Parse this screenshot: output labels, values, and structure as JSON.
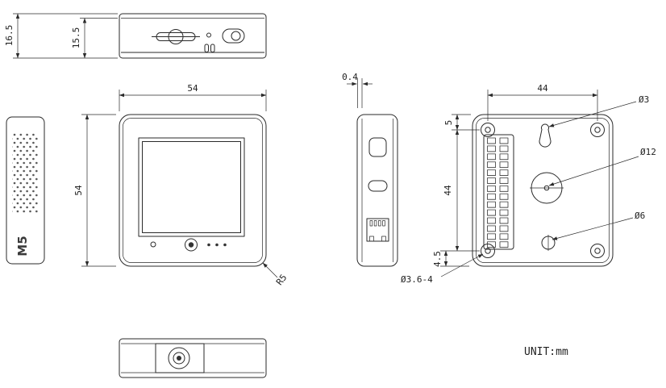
{
  "unit_label": "UNIT:mm",
  "brand_logo": "M5",
  "dimensions": {
    "total_thickness": "16.5",
    "body_thickness": "15.5",
    "width": "54",
    "height": "54",
    "corner_radius": "R5",
    "front_lip": "0.4",
    "hole_span_horizontal": "44",
    "hole_top_offset": "5",
    "hole_span_vertical": "44",
    "hole_bottom_offset": "4.5",
    "hang_hole_diameter": "Ø3",
    "center_hole_diameter": "Ø12",
    "bottom_hole_diameter": "Ø6",
    "mount_hole_spec": "Ø3.6-4"
  }
}
